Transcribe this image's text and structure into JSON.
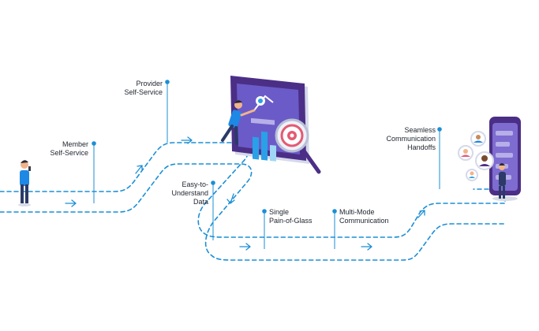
{
  "labels": {
    "member": "Member\nSelf-Service",
    "provider": "Provider\nSelf-Service",
    "easy": "Easy-to-\nUnderstand\nData",
    "single": "Single\nPain-of-Glass",
    "multimode": "Multi-Mode\nCommunication",
    "seamless": "Seamless\nCommunication\nHandoffs"
  },
  "colors": {
    "path": "#1b8fd6",
    "text": "#222831",
    "device": "#4b2f86",
    "device_light": "#7e6cd0",
    "screen": "#6b5bc8",
    "accent_blue": "#2aa0e8"
  },
  "icons": [
    "member-figure",
    "provider-figure",
    "dashboard-device",
    "magnifier-icon",
    "smartphone-device",
    "chat-avatar-icon"
  ]
}
